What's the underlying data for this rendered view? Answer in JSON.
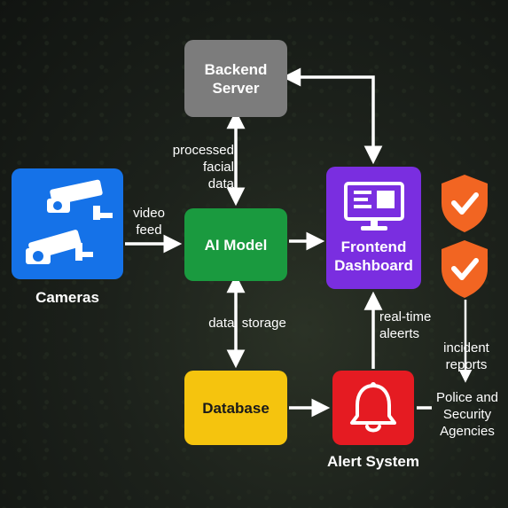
{
  "nodes": {
    "backend": {
      "line1": "Backend",
      "line2": "Server"
    },
    "cameras": "Cameras",
    "ai_model": "AI Model",
    "frontend": {
      "line1": "Frontend",
      "line2": "Dashboard"
    },
    "database": "Database",
    "alert_system": "Alert System",
    "police": {
      "line1": "Police and",
      "line2": "Security",
      "line3": "Agencies"
    }
  },
  "edges": {
    "video_feed": {
      "line1": "video",
      "line2": "feed"
    },
    "processed": {
      "line1": "processed",
      "line2": "facial",
      "line3": "data"
    },
    "data_storage": "data  storage",
    "realtime": {
      "line1": "real-time",
      "line2": "aleerts"
    },
    "incident": {
      "line1": "incident",
      "line2": "reports"
    }
  },
  "icons": {
    "camera": "cctv-camera-icon",
    "monitor": "monitor-icon",
    "bell": "bell-icon",
    "shield": "shield-check-icon"
  },
  "colors": {
    "backend": "#7c7c7c",
    "cameras": "#1572e8",
    "ai_model": "#1a9a3f",
    "frontend": "#7a2ee0",
    "database": "#f5c40e",
    "alert": "#e51b22",
    "shield": "#f26522"
  }
}
